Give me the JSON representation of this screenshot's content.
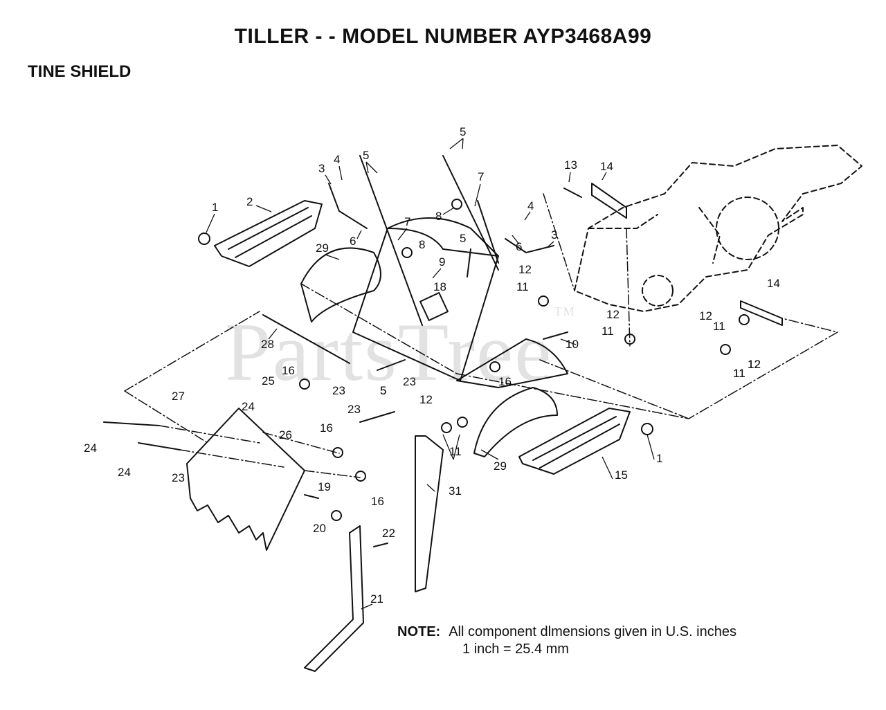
{
  "header": {
    "title": "TILLER - - MODEL NUMBER AYP3468A99",
    "section": "TINE SHIELD"
  },
  "watermark": {
    "text": "PartsTree",
    "tm": "TM"
  },
  "callouts": [
    "1",
    "2",
    "3",
    "4",
    "5",
    "5",
    "5",
    "6",
    "7",
    "8",
    "8",
    "5",
    "9",
    "18",
    "7",
    "6",
    "4",
    "3",
    "13",
    "14",
    "29",
    "28",
    "16",
    "25",
    "23",
    "5",
    "23",
    "24",
    "27",
    "23",
    "24",
    "24",
    "23",
    "26",
    "16",
    "16",
    "19",
    "20",
    "22",
    "21",
    "31",
    "12",
    "11",
    "29",
    "16",
    "10",
    "12",
    "11",
    "12",
    "11",
    "12",
    "11",
    "14",
    "12",
    "11",
    "11",
    "12",
    "15",
    "1"
  ],
  "note": {
    "label": "NOTE:",
    "line1": "All component dlmensions given in U.S. inches",
    "line2": "1 inch = 25.4 mm"
  }
}
